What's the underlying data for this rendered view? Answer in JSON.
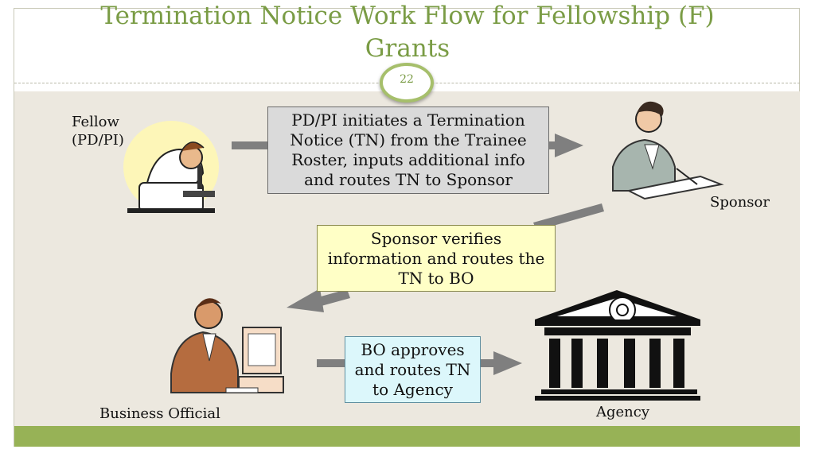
{
  "slide": {
    "title_line1": "Termination Notice Work Flow for Fellowship (F)",
    "title_line2": "Grants",
    "page_number": "22"
  },
  "roles": {
    "fellow": "Fellow",
    "fellow_sub": "(PD/PI)",
    "sponsor": "Sponsor",
    "business_official": "Business Official",
    "agency": "Agency"
  },
  "steps": {
    "step1": "PD/PI initiates a Termination Notice (TN) from the Trainee Roster, inputs additional info and routes TN to Sponsor",
    "step2": "Sponsor verifies information and routes the TN to BO",
    "step3": "BO approves and routes TN to Agency"
  },
  "colors": {
    "title_green": "#7a9c45",
    "footer_green": "#97b256",
    "content_bg": "#ece8df",
    "arrow_grey": "#7f7f7f"
  }
}
